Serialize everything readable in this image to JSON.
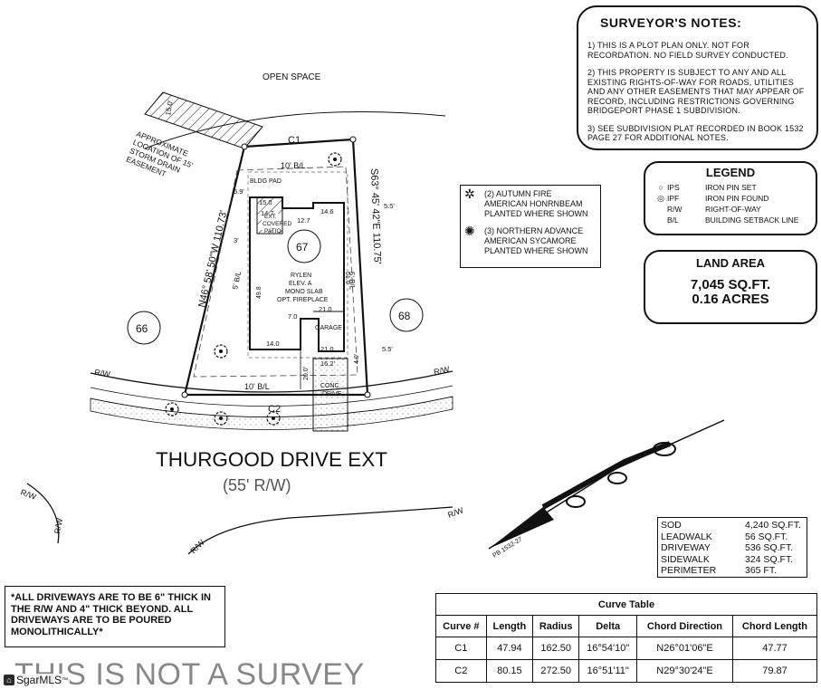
{
  "surveyor_notes": {
    "title": "SURVEYOR'S NOTES:",
    "note1": "1) THIS IS A PLOT PLAN ONLY. NOT FOR RECORDATION. NO FIELD SURVEY CONDUCTED.",
    "note2": "2) THIS PROPERTY IS SUBJECT TO ANY AND ALL EXISTING RIGHTS-OF-WAY FOR ROADS, UTILITIES AND ANY OTHER EASEMENTS THAT MAY APPEAR OF RECORD, INCLUDING RESTRICTIONS GOVERNING BRIDGEPORT PHASE 1 SUBDIVISION.",
    "note3": "3) SEE SUBDIVISION PLAT RECORDED IN BOOK 1532 PAGE 27 FOR ADDITIONAL NOTES."
  },
  "legend": {
    "title": "LEGEND",
    "items": [
      {
        "symbol": "○",
        "abbr": "IPS",
        "desc": "IRON PIN SET"
      },
      {
        "symbol": "◎",
        "abbr": "IPF",
        "desc": "IRON PIN FOUND"
      },
      {
        "symbol": "",
        "abbr": "R/W",
        "desc": "RIGHT-OF-WAY"
      },
      {
        "symbol": "",
        "abbr": "B/L",
        "desc": "BUILDING SETBACK LINE"
      }
    ]
  },
  "land_area": {
    "title": "LAND AREA",
    "sqft": "7,045 SQ.FT.",
    "acres": "0.16 ACRES"
  },
  "plantings": {
    "item1": [
      "(2) AUTUMN FIRE",
      "AMERICAN HONRNBEAM",
      "PLANTED WHERE SHOWN"
    ],
    "item2": [
      "(3) NORTHERN ADVANCE",
      "AMERICAN SYCAMORE",
      "PLANTED WHERE SHOWN"
    ]
  },
  "areas": [
    {
      "name": "SOD",
      "value": "4,240 SQ.FT."
    },
    {
      "name": "LEADWALK",
      "value": "56 SQ.FT."
    },
    {
      "name": "DRIVEWAY",
      "value": "536 SQ.FT."
    },
    {
      "name": "SIDEWALK",
      "value": "324 SQ.FT."
    },
    {
      "name": "PERIMETER",
      "value": "365 FT."
    }
  ],
  "curve_table": {
    "title": "Curve Table",
    "headers": [
      "Curve #",
      "Length",
      "Radius",
      "Delta",
      "Chord Direction",
      "Chord Length"
    ],
    "rows": [
      [
        "C1",
        "47.94",
        "162.50",
        "16°54'10\"",
        "N26°01'06\"E",
        "47.77"
      ],
      [
        "C2",
        "80.15",
        "272.50",
        "16°51'11\"",
        "N29°30'24\"E",
        "79.87"
      ]
    ]
  },
  "driveway_note": "*ALL DRIVEWAYS ARE TO BE 6\" THICK IN THE R/W AND 4\" THICK BEYOND. ALL DRIVEWAYS ARE TO BE POURED MONOLITHICALLY*",
  "watermark": "THIS IS NOT A SURVEY",
  "mls_logo": "SgarMLS",
  "plan": {
    "open_space": "OPEN SPACE",
    "easement": [
      "APPROXIMATE",
      "LOCATION OF 15'",
      "STORM DRAIN",
      "EASEMENT"
    ],
    "easement_dim": "15.0'",
    "curve1": "C1",
    "curve2": "C2",
    "west_bearing": "N46° 58' 50\"W 110.73'",
    "east_bearing": "S63° 45' 42\"E 110.75'",
    "rear_setback": "10' B/L",
    "front_setback": "10' B/L",
    "side_setback_w": "5' B/L",
    "side_setback_e": "5' B/L",
    "bldg_pad": "BLDG PAD",
    "lot_number": "67",
    "lot_left": "66",
    "lot_right": "68",
    "house": [
      "RYLEN",
      "ELEV. A",
      "MONO SLAB",
      "OPT. FIREPLACE"
    ],
    "patio": [
      "EXT.",
      "COVERED",
      "PATIO"
    ],
    "garage": "GARAGE",
    "conc_drive": [
      "CONC.",
      "DRIVE"
    ],
    "road_name": "THURGOOD DRIVE EXT",
    "road_row": "(55' R/W)",
    "row_label": "R/W",
    "plat_ref": "PB 1532-27",
    "dims": {
      "d_6_9": "6.9'",
      "d_15_0": "15.0",
      "d_14_7": "14.7",
      "d_12_7": "12.7",
      "d_14_6": "14.6",
      "d_5_5a": "5.5'",
      "d_5_5b": "5.5'",
      "d_3": "3'",
      "d_21_0a": "21.0",
      "d_21_0b": "21.0",
      "d_7_0": "7.0",
      "d_14_0": "14.0",
      "d_16_2": "16.2'",
      "d_49_8": "49.8",
      "d_51_0": "51.0",
      "d_20_0": "20.0'",
      "d_4_0": "4.0'"
    }
  }
}
